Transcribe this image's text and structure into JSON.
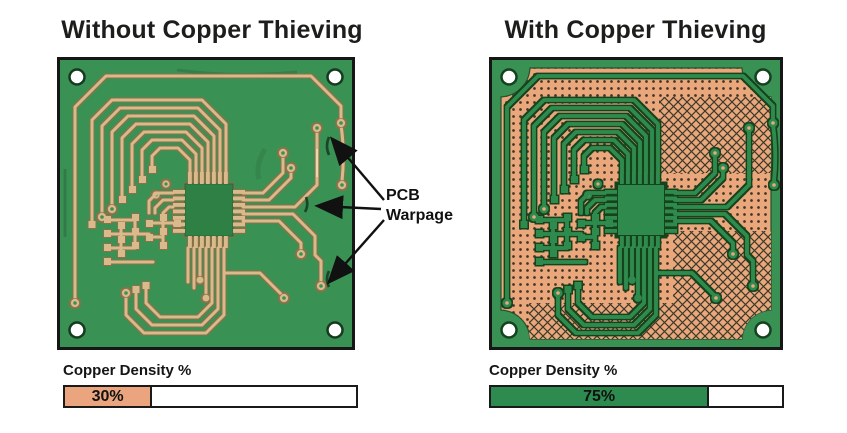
{
  "left_panel": {
    "title": "Without Copper Thieving",
    "density_label": "Copper Density %",
    "density_percent": 30,
    "density_value_text": "30%"
  },
  "right_panel": {
    "title": "With Copper Thieving",
    "density_label": "Copper Density %",
    "density_percent": 75,
    "density_value_text": "75%"
  },
  "annotation": {
    "warpage_line1": "PCB",
    "warpage_line2": "Warpage"
  },
  "colors": {
    "board_green": "#3A9154",
    "trace_copper": "#D9BA8C",
    "copper_pour": "#EBA77C",
    "thieving_trace_green": "#2F8B4E",
    "bar_fill_without": "#EBA57E",
    "bar_fill_with": "#2E8B50",
    "outline_black": "#1A1A1A"
  }
}
